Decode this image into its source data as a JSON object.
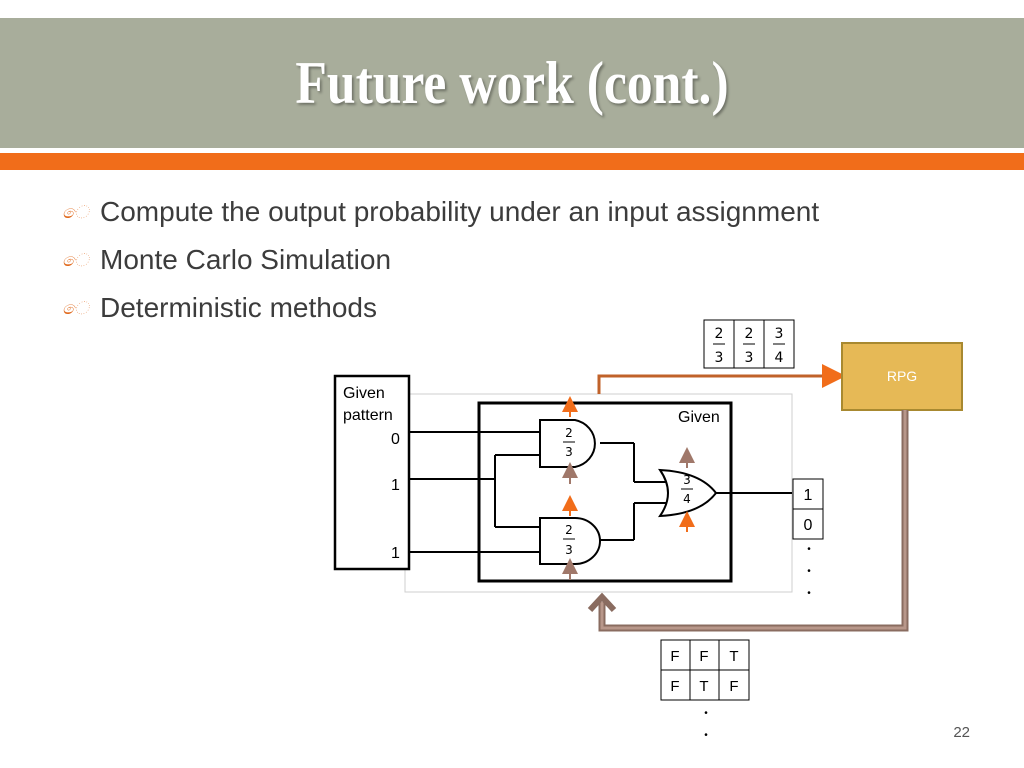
{
  "slide": {
    "title": "Future work (cont.)",
    "page_number": "22"
  },
  "bullets": [
    "Compute the output probability under an input assignment",
    "Monte Carlo Simulation",
    "Deterministic methods"
  ],
  "bullet_icon": "curl-bullet-icon",
  "diagram": {
    "given_pattern_label": [
      "Given",
      "pattern"
    ],
    "input_values": [
      "0",
      "1",
      "1"
    ],
    "given_box_label": "Given",
    "rpg_label": "RPG",
    "gate_top_prob": {
      "num": "2",
      "den": "3"
    },
    "gate_bottom_prob": {
      "num": "2",
      "den": "3"
    },
    "gate_or_prob": {
      "num": "3",
      "den": "4"
    },
    "prob_table": [
      {
        "num": "2",
        "den": "3"
      },
      {
        "num": "2",
        "den": "3"
      },
      {
        "num": "3",
        "den": "4"
      }
    ],
    "output_values": [
      "1",
      "0"
    ],
    "tf_table": [
      [
        "F",
        "F",
        "T"
      ],
      [
        "F",
        "T",
        "F"
      ]
    ],
    "dots": "•"
  },
  "colors": {
    "title_band": "#a8ad9b",
    "accent_orange": "#f16d1a",
    "rpg_fill": "#e6b956",
    "arrow_brown": "#a0786a"
  }
}
